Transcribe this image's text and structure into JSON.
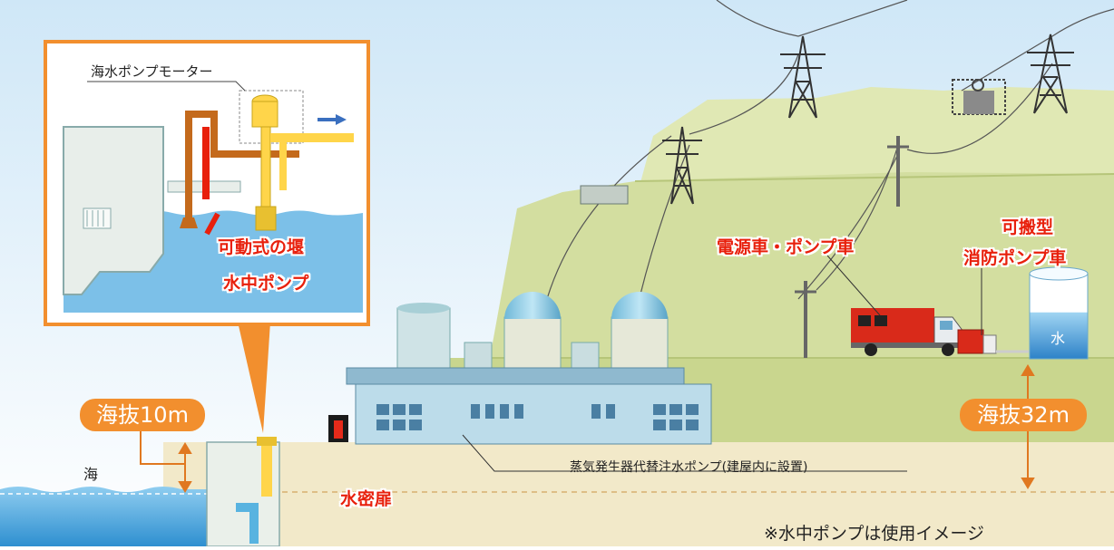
{
  "inset": {
    "motor_label": "海水ポンプモーター",
    "weir_label": "可動式の堰",
    "submersible_pump_label": "水中ポンプ"
  },
  "altitude_low": "海抜10m",
  "altitude_high": "海抜32m",
  "sea_label": "海",
  "watertight_door_label": "水密扉",
  "sg_pump_label": "蒸気発生器代替注水ポンプ(建屋内に設置)",
  "power_truck_label": "電源車・ポンプ車",
  "fire_pump_label_line1": "可搬型",
  "fire_pump_label_line2": "消防ポンプ車",
  "water_tank_label": "水",
  "footnote": "※水中ポンプは使用イメージ",
  "colors": {
    "accent_orange": "#f28f2e",
    "label_red": "#e8200c",
    "sea_blue": "#2e8fd0",
    "hill_green": "#d9e3a8",
    "ground": "#f2e9c9"
  }
}
